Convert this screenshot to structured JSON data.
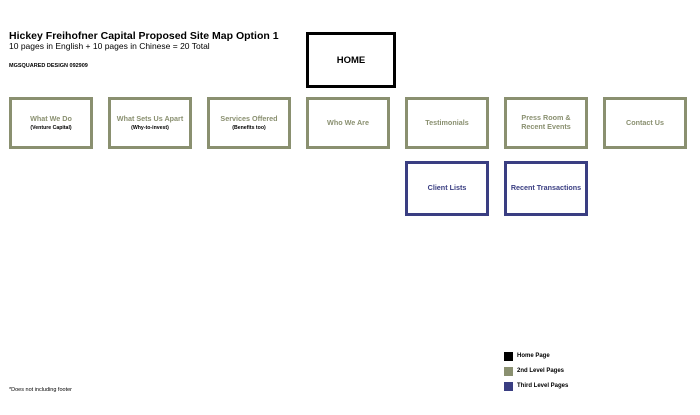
{
  "header": {
    "title": "Hickey Freihofner Capital Proposed Site Map Option 1",
    "subtitle": "10 pages in English + 10 pages in Chinese = 20 Total",
    "credit": "MGSQUARED DESIGN 092909"
  },
  "home": {
    "label": "HOME"
  },
  "level2": [
    {
      "title": "What We Do",
      "sub": "(Venture Capital)"
    },
    {
      "title": "What Sets Us Apart",
      "sub": "(Why-to-invest)"
    },
    {
      "title": "Services Offered",
      "sub": "(Benefits too)"
    },
    {
      "title": "Who We Are",
      "sub": ""
    },
    {
      "title": "Testimonials",
      "sub": ""
    },
    {
      "title": "Press Room & Recent Events",
      "sub": ""
    },
    {
      "title": "Contact Us",
      "sub": ""
    }
  ],
  "level3": [
    {
      "title": "Client Lists"
    },
    {
      "title": "Recent Transactions"
    }
  ],
  "legend": [
    {
      "label": "Home Page",
      "color": "#000000"
    },
    {
      "label": "2nd Level Pages",
      "color": "#8a9070"
    },
    {
      "label": "Third Level Pages",
      "color": "#3a3e82"
    }
  ],
  "footnote": "*Does not including footer"
}
